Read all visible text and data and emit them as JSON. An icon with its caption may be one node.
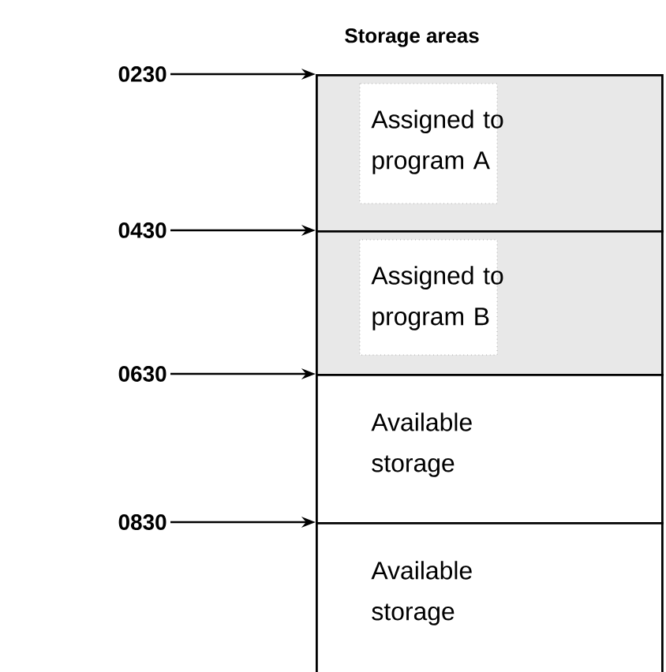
{
  "diagram": {
    "title": "Storage areas",
    "nodes": [
      {
        "text": [
          "Assigned to program A"
        ]
      },
      {
        "text": [
          "Assigned to program B"
        ]
      },
      {
        "text": [
          "Available storage"
        ]
      },
      {
        "text": [
          "Available storage"
        ]
      },
      {
        "text": [
          "0230"
        ]
      },
      {
        "text": [
          "0430"
        ]
      },
      {
        "text": [
          "0630"
        ]
      },
      {
        "text": [
          "0830"
        ]
      }
    ],
    "edges": [
      {
        "from": 4,
        "to": 0,
        "arrow": "to"
      },
      {
        "from": 5,
        "to": 1,
        "arrow": "to"
      },
      {
        "from": 6,
        "to": 2,
        "arrow": "to"
      },
      {
        "from": 7,
        "to": 3,
        "arrow": "to"
      }
    ]
  }
}
